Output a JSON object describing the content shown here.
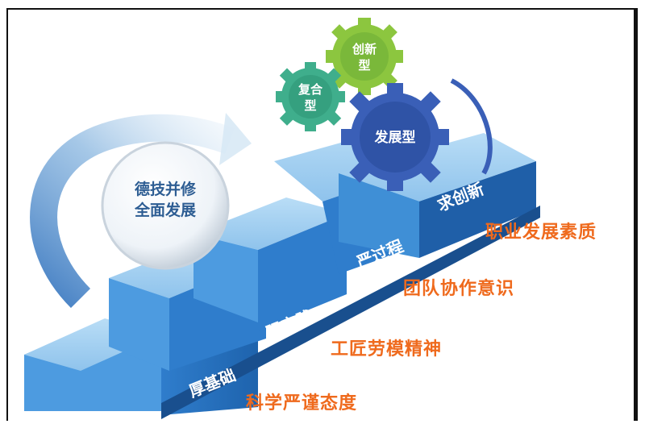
{
  "center_circle": {
    "line1": "德技并修",
    "line2": "全面发展"
  },
  "gears": {
    "innovative": {
      "line1": "创新",
      "line2": "型"
    },
    "composite": {
      "line1": "复合",
      "line2": "型"
    },
    "development": {
      "line1": "发展型"
    }
  },
  "stairs": [
    {
      "label": "厚基础",
      "quality": "科学严谨态度"
    },
    {
      "label": "强实践",
      "quality": "工匠劳模精神"
    },
    {
      "label": "严过程",
      "quality": "团队协作意识"
    },
    {
      "label": "求创新",
      "quality": "职业发展素质"
    }
  ],
  "colors": {
    "stair_top": "#a9d2f1",
    "stair_front": "#3f8fd6",
    "stair_side": "#1f5fa8",
    "quality_text": "#ef6a1d",
    "gear_green_light": "#8cc63f",
    "gear_green_teal": "#3fae8c",
    "gear_blue": "#3a5fb7"
  }
}
